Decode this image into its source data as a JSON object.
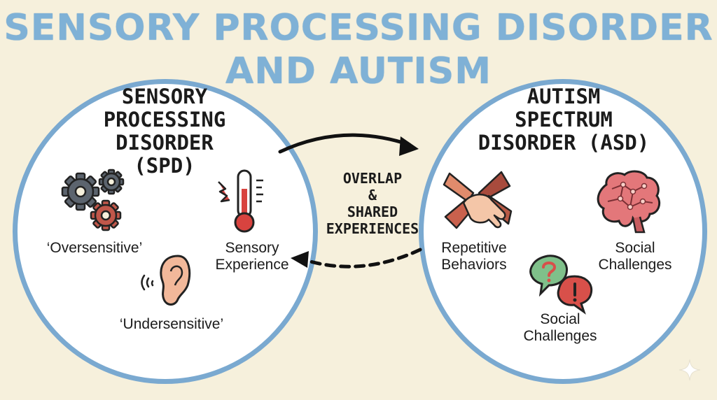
{
  "title": {
    "line1": "SENSORY PROCESSING DISORDER",
    "line2": "AND AUTISM"
  },
  "spd": {
    "heading": [
      "SENSORY",
      "PROCESSING",
      "DISORDER",
      "(SPD)"
    ],
    "oversensitive": "‘Oversensitive’",
    "sensory_experience": [
      "Sensory",
      "Experience"
    ],
    "undersensitive": "‘Undersensitive’",
    "icons": [
      "gears-icon",
      "thermometer-icon",
      "ear-icon"
    ]
  },
  "overlap": {
    "lines": [
      "OVERLAP",
      "&",
      "SHARED",
      "EXPERIENCES"
    ]
  },
  "asd": {
    "heading": [
      "AUTISM",
      "SPECTRUM",
      "DISORDER (ASD)"
    ],
    "repetitive_behaviors": [
      "Repetitive",
      "Behaviors"
    ],
    "social_challenges_right": [
      "Social",
      "Challenges"
    ],
    "social_challenges_bottom": [
      "Social",
      "Challenges"
    ],
    "icons": [
      "stacked-hands-icon",
      "brain-icon",
      "speech-bubbles-icon"
    ]
  },
  "colors": {
    "title": "#7fb1d6",
    "circle_border": "#7aa9d0",
    "background": "#f6f0dc",
    "gear_dark": "#5c646e",
    "gear_red": "#c0574a",
    "thermo_red": "#d8433f",
    "ear": "#f2b89a",
    "hands_red": "#c9614d",
    "brain": "#e3777a",
    "bubble_green": "#7fc08a",
    "bubble_red": "#d8504a"
  }
}
